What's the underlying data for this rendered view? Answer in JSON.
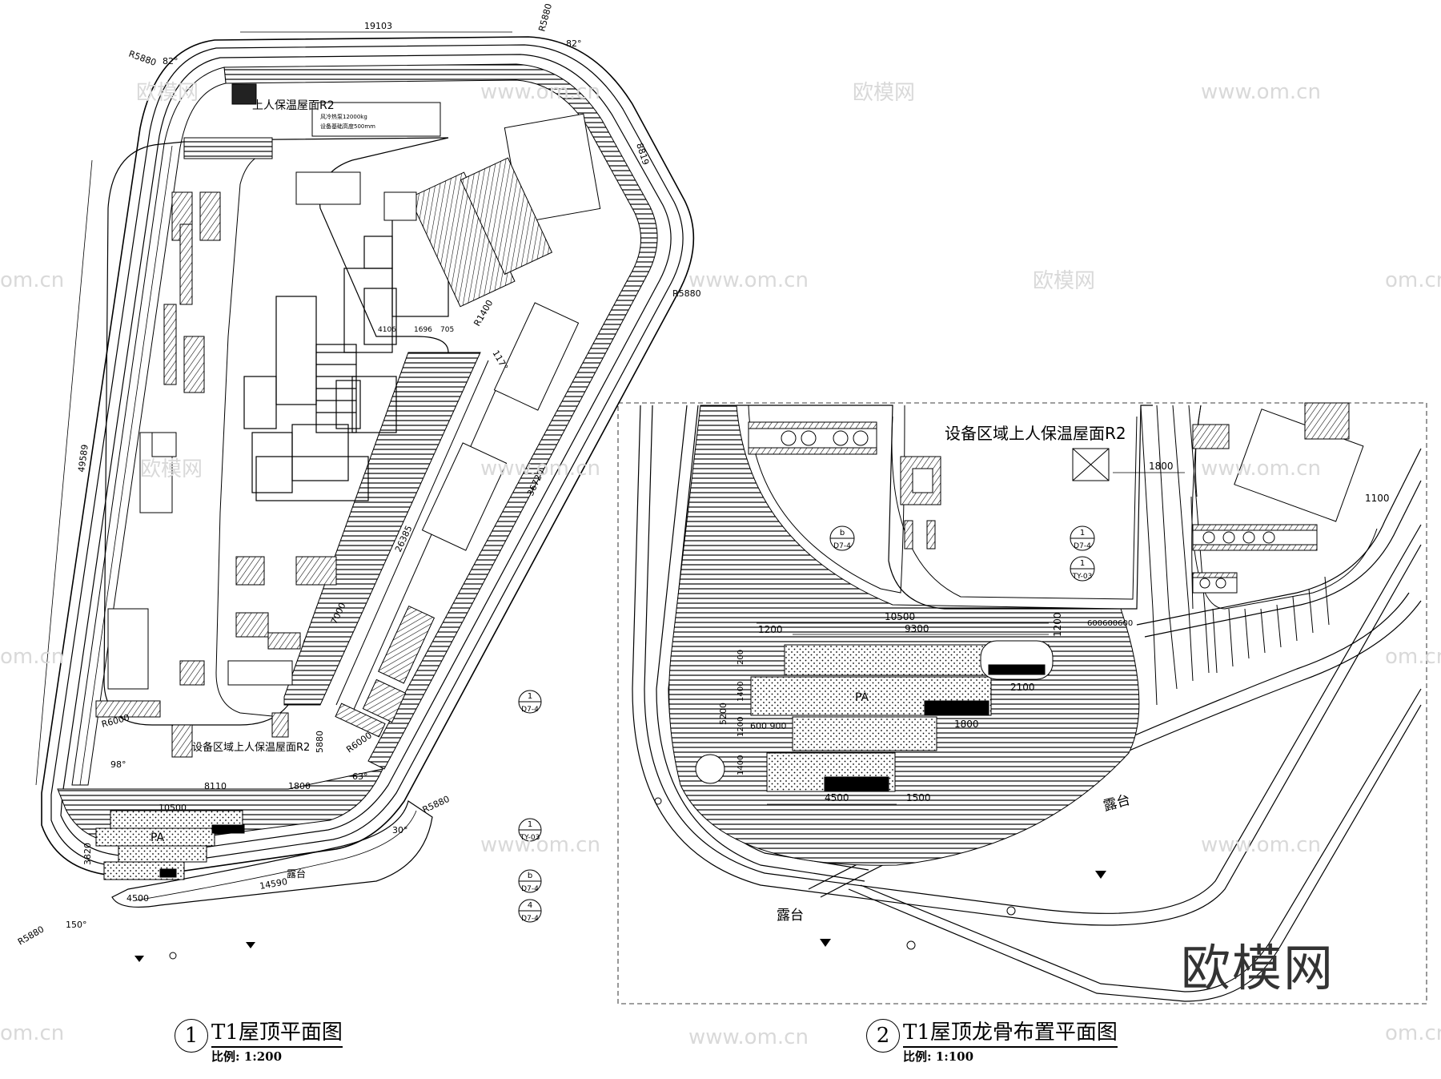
{
  "plan1": {
    "title": "T1屋顶平面图",
    "number": "1",
    "scale": "比例: 1:200",
    "dims": {
      "top": "19103",
      "left": "49589",
      "r_top_left": "R5880",
      "angle_top_left": "82°",
      "r_top_right": "R5880",
      "angle_top_right": "82°",
      "right_top": "8819",
      "r_right": "R5880",
      "r1400": "R1400",
      "angle117": "117°",
      "inner_diag": "26385",
      "outer_diag": "36720",
      "d7000": "7000",
      "d5880": "5880",
      "r6000_right": "R6000",
      "angle63": "63°",
      "r5880_lower": "R5880",
      "d30": "30°",
      "r6000_left": "R6000",
      "angle98": "98°",
      "d8110": "8110",
      "d1800": "1800",
      "d10500": "10500",
      "d4500": "4500",
      "d14590": "14590",
      "r5880_bottom": "R5880",
      "angle150": "150°",
      "d3820": "3820",
      "d4106": "4106",
      "d1696": "1696",
      "d705": "705"
    },
    "labels": {
      "roof_top": "上人保温屋面R2",
      "roof_bottom": "设备区域上人保温屋面R2",
      "terrace": "露台",
      "pa": "PA",
      "small_a": "风冷热泵12000kg",
      "small_b": "设备基础高度500mm"
    },
    "refs": [
      {
        "top": "1",
        "bottom": "D7-4"
      },
      {
        "top": "1",
        "bottom": "TY-03"
      },
      {
        "top": "b",
        "bottom": "D7-4"
      },
      {
        "top": "4",
        "bottom": "D7-4"
      }
    ]
  },
  "plan2": {
    "title": "T1屋顶龙骨布置平面图",
    "number": "2",
    "scale": "比例: 1:100",
    "dims": {
      "d1800_top": "1800",
      "d1100": "1100",
      "d10500": "10500",
      "d9300": "9300",
      "d1200_left": "1200",
      "d1200_right": "1200",
      "d600": "600600600",
      "d200": "200",
      "d1400_a": "1400",
      "d5200": "5200",
      "d1200_v": "1200",
      "d1400_b": "1400",
      "d2100": "2100",
      "d1800_mid": "1800",
      "d600_900": "600  900",
      "d4500": "4500",
      "d1500": "1500"
    },
    "labels": {
      "roof": "设备区域上人保温屋面R2",
      "pa": "PA",
      "terrace_right": "露台",
      "terrace_left": "露台"
    },
    "refs": [
      {
        "top": "b",
        "bottom": "D7-4"
      },
      {
        "top": "1",
        "bottom": "D7-4"
      },
      {
        "top": "1",
        "bottom": "TY-03"
      }
    ]
  },
  "watermarks": {
    "cn": "欧模网",
    "url": "www.om.cn",
    "url_short": "om.cn",
    "brand": "欧模网"
  }
}
